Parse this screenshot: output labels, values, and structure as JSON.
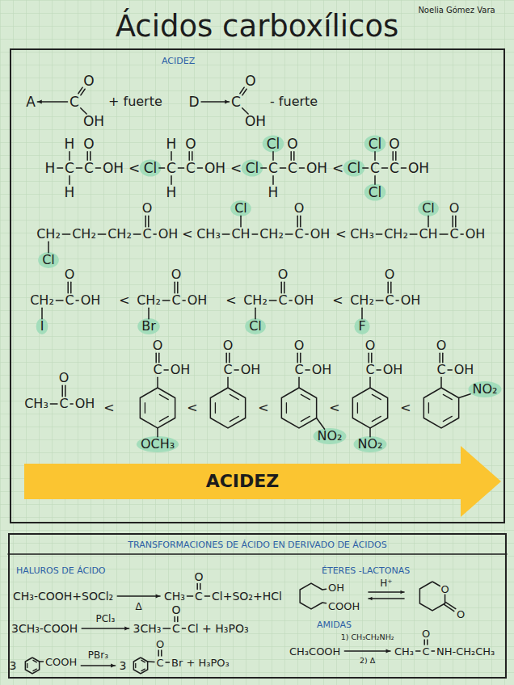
{
  "diagram": {
    "title": "Ácidos carboxílicos",
    "nodes": [
      {
        "text": [
          "ACIDEZ"
        ]
      },
      {
        "text": [
          "ACIDEZ"
        ],
        "in": 0
      },
      {
        "text": [
          "TRANSFORMACIONES DE ÁCIDO EN DERIVADO DE ÁCIDOS"
        ]
      }
    ],
    "labels": [
      "Noelia Gómez Vara",
      "A",
      "C",
      "O",
      "OH",
      "+ fuerte",
      "D",
      "C",
      "O",
      "OH",
      "- fuerte",
      "H",
      "O",
      "H",
      "C",
      "C",
      "OH",
      "H",
      "<",
      "H",
      "O",
      "Cl",
      "C",
      "C",
      "OH",
      "H",
      "<",
      "Cl",
      "O",
      "Cl",
      "C",
      "C",
      "OH",
      "H",
      "<",
      "Cl",
      "O",
      "Cl",
      "C",
      "C",
      "OH",
      "Cl",
      "O",
      "CH₂",
      "CH₂",
      "CH₂",
      "C",
      "OH",
      "Cl",
      "<",
      "Cl",
      "O",
      "CH₃",
      "CH",
      "CH₂",
      "C",
      "OH",
      "<",
      "Cl",
      "O",
      "CH₃",
      "CH₂",
      "CH",
      "C",
      "OH",
      "O",
      "CH₂",
      "C",
      "OH",
      "I",
      "<",
      "O",
      "CH₂",
      "C",
      "OH",
      "Br",
      "<",
      "O",
      "CH₂",
      "C",
      "OH",
      "Cl",
      "<",
      "O",
      "CH₂",
      "C",
      "OH",
      "F",
      "O",
      "CH₃",
      "C",
      "OH",
      "<",
      "O",
      "C",
      "OH",
      "OCH₃",
      "<",
      "O",
      "C",
      "OH",
      "<",
      "O",
      "C",
      "OH",
      "NO₂",
      "<",
      "O",
      "C",
      "OH",
      "NO₂",
      "<",
      "O",
      "C",
      "OH",
      "NO₂",
      "HALUROS DE ÁCIDO",
      "CH₃-COOH+SOCl₂",
      "Δ",
      "O",
      "CH₃",
      "C",
      "Cl+SO₂+HCl",
      "3CH₃-COOH",
      "PCl₃",
      "O",
      "3CH₃",
      "C",
      "Cl + H₃PO₃",
      "3",
      "COOH",
      "PBr₃",
      "3",
      "C",
      "O",
      "Br + H₃PO₃",
      "ÉTERES -LACTONAS",
      "OH",
      "COOH",
      "H⁺",
      "O",
      "O",
      "AMIDAS",
      "CH₃COOH",
      "1) CH₃CH₂NH₂",
      "2) Δ",
      "O",
      "CH₃",
      "C",
      "NH-CH₂CH₃"
    ]
  }
}
